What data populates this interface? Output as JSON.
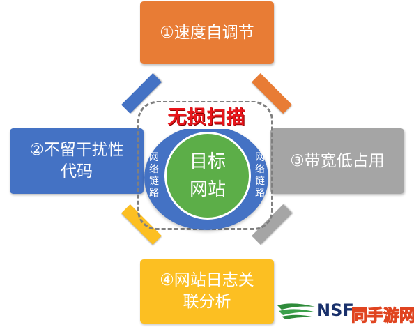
{
  "diagram": {
    "top_box": "①速度自调节",
    "left_box": "②不留干扰性\n代码",
    "right_box": "③带宽低占用",
    "bottom_box": "④网站日志关\n联分析",
    "scan_title": "无损扫描",
    "center_label": "目标\n网站",
    "ring_left": "网络链路",
    "ring_right": "网络链路"
  },
  "watermark": {
    "logo_text": "NSF",
    "site_name": "同手游网"
  },
  "colors": {
    "orange": "#e87c35",
    "blue": "#4472c4",
    "gray": "#a5a5a5",
    "yellow": "#fcbf22",
    "green": "#5cae48",
    "red": "#e8151b"
  }
}
